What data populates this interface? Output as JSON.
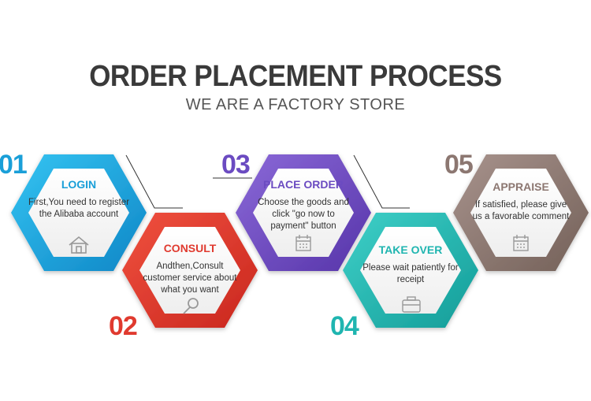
{
  "header": {
    "title": "ORDER PLACEMENT PROCESS",
    "subtitle": "WE ARE A FACTORY STORE"
  },
  "steps": [
    {
      "number": "01",
      "title": "LOGIN",
      "desc": "First,You need to register the Alibaba account",
      "color": "#1a9fd8",
      "icon": "house-icon"
    },
    {
      "number": "02",
      "title": "CONSULT",
      "desc": "Andthen,Consult customer service about what you want",
      "color": "#e03a2f",
      "icon": "magnifier-icon"
    },
    {
      "number": "03",
      "title": "PLACE ORDER",
      "desc": "Choose the goods and click \"go now to payment\" button",
      "color": "#6b4bc1",
      "icon": "calendar-icon"
    },
    {
      "number": "04",
      "title": "TAKE OVER",
      "desc": "Please wait patiently for receipt",
      "color": "#1fb5b0",
      "icon": "briefcase-icon"
    },
    {
      "number": "05",
      "title": "APPRAISE",
      "desc": "If satisfied, please give us a favorable comment",
      "color": "#8c7771",
      "icon": "calendar-icon"
    }
  ]
}
